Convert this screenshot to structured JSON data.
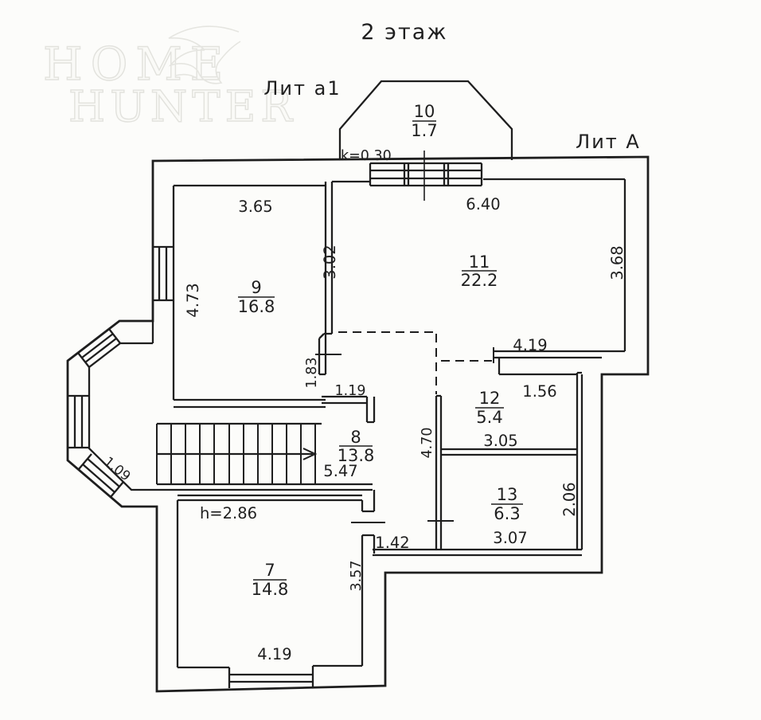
{
  "watermark": {
    "word1": "HOME",
    "word2": "HUNTER"
  },
  "header": {
    "title": "2 этаж",
    "lit_a1": "Лит а1",
    "lit_a": "Лит А"
  },
  "annotations": {
    "k": "k=0.30",
    "h": "h=2.86"
  },
  "rooms": {
    "r7": {
      "number": "7",
      "area": "14.8"
    },
    "r8": {
      "number": "8",
      "area": "13.8"
    },
    "r9": {
      "number": "9",
      "area": "16.8"
    },
    "r10": {
      "number": "10",
      "area": "1.7"
    },
    "r11": {
      "number": "11",
      "area": "22.2"
    },
    "r12": {
      "number": "12",
      "area": "5.4"
    },
    "r13": {
      "number": "13",
      "area": "6.3"
    }
  },
  "dims": {
    "d365": "3.65",
    "d640": "6.40",
    "d473": "4.73",
    "d302": "3.02",
    "d368": "3.68",
    "d183": "1.83",
    "d119": "1.19",
    "d419r": "4.19",
    "d156": "1.56",
    "d305": "3.05",
    "d470": "4.70",
    "d206": "2.06",
    "d307": "3.07",
    "d142": "1.42",
    "d547": "5.47",
    "d109": "1.09",
    "d357": "3.57",
    "d419b": "4.19"
  },
  "colors": {
    "line": "#1e1e1e",
    "paper": "#fcfcfa",
    "watermark": "#e2e2dd"
  }
}
